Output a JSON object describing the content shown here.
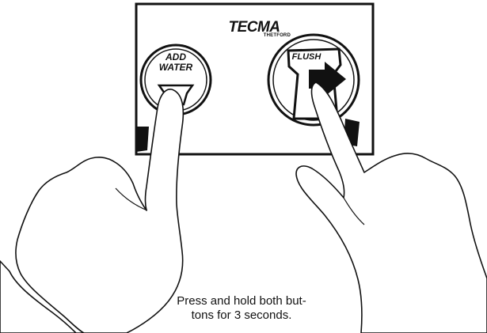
{
  "panel": {
    "brand": "TECMA",
    "brand_sub": "THETFORD",
    "add_button": {
      "line1": "ADD",
      "line2": "WATER"
    },
    "flush_button": {
      "label": "FLUSH"
    }
  },
  "caption": {
    "line1": "Press and hold both but-",
    "line2": "tons for 3 seconds."
  }
}
